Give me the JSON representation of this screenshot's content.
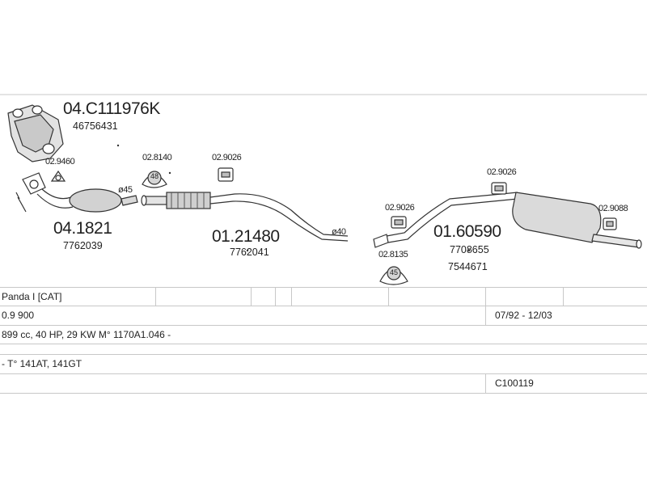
{
  "parts": {
    "manifold": {
      "code": "04.C111976K",
      "ref": "46756431"
    },
    "catalyst": {
      "code": "04.1821",
      "ref": "7762039"
    },
    "front_pipe": {
      "code": "01.21480",
      "ref": "7762041"
    },
    "rear_silencer": {
      "code": "01.60590",
      "ref1": "7708655",
      "ref2": "7544671"
    }
  },
  "fittings": {
    "f_9460": "02.9460",
    "f_8140": "02.8140",
    "f_9026_a": "02.9026",
    "f_9026_b": "02.9026",
    "f_9026_c": "02.9026",
    "f_9088": "02.9088",
    "f_8135": "02.8135"
  },
  "badges": {
    "b48": "48",
    "b45": "45"
  },
  "diameters": {
    "d45": "ø45",
    "d40": "ø40"
  },
  "table": {
    "model": "Panda I  [CAT]",
    "engine": "0.9 900",
    "years": "07/92 - 12/03",
    "spec": "899 cc, 40 HP, 29 KW M° 1170A1.046 -",
    "types": "- T° 141AT, 141GT",
    "code": "C100119"
  },
  "colors": {
    "line": "#c8c8c8",
    "ink": "#222222",
    "part_fill": "#d9d9d9"
  }
}
